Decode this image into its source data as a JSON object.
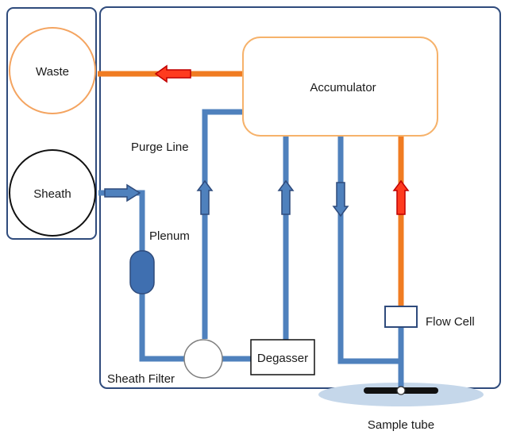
{
  "labels": {
    "waste": "Waste",
    "sheath": "Sheath",
    "accumulator": "Accumulator",
    "purge_line": "Purge Line",
    "plenum": "Plenum",
    "sheath_filter": "Sheath Filter",
    "degasser": "Degasser",
    "flow_cell": "Flow Cell",
    "sample_tube": "Sample tube"
  },
  "colors": {
    "frame": "#2f4b7c",
    "blue_line": "#4f81bd",
    "orange_line": "#f07c22",
    "waste_circle": "#f4a460",
    "accumulator_border": "#f6b26b",
    "arrow_red": "#ff3b1f",
    "plenum_fill": "#3f6fb0",
    "sample_ellipse": "#c5d7ea",
    "sample_base": "#111111",
    "filter_fill": "#ffffff"
  },
  "icons": {
    "waste_arrow": "arrow-left-icon",
    "sheath_arrow": "arrow-right-icon",
    "up_arrows": "arrow-up-icon",
    "down_arrow": "arrow-down-icon"
  }
}
